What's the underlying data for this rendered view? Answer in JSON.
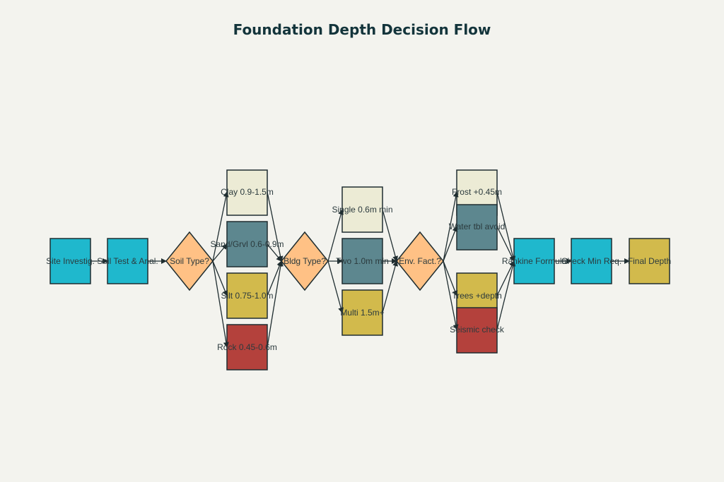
{
  "title": "Foundation Depth Decision Flow",
  "colors": {
    "process": "#1fb8cd",
    "decision": "#ffc185",
    "cream": "#ecebd5",
    "teal": "#5d878f",
    "yellow": "#d2ba4c",
    "red": "#b4413c",
    "stroke": "#1f2d30"
  },
  "nodes": [
    {
      "id": "site",
      "label": "Site Investig.",
      "shape": "box",
      "color": "process"
    },
    {
      "id": "soiltest",
      "label": "Soil Test & Anal.",
      "shape": "box",
      "color": "process"
    },
    {
      "id": "soiltype",
      "label": "Soil Type?",
      "shape": "diamond",
      "color": "decision"
    },
    {
      "id": "clay",
      "label": "Clay 0.9-1.5m",
      "shape": "box",
      "color": "cream"
    },
    {
      "id": "sand",
      "label": "Sand/Grvl 0.6-0.9m",
      "shape": "box",
      "color": "teal"
    },
    {
      "id": "silt",
      "label": "Silt 0.75-1.0m",
      "shape": "box",
      "color": "yellow"
    },
    {
      "id": "rock",
      "label": "Rock 0.45-0.6m",
      "shape": "box",
      "color": "red"
    },
    {
      "id": "bldg",
      "label": "Bldg Type?",
      "shape": "diamond",
      "color": "decision"
    },
    {
      "id": "single",
      "label": "Single 0.6m min",
      "shape": "box",
      "color": "cream"
    },
    {
      "id": "two",
      "label": "Two 1.0m min",
      "shape": "box",
      "color": "teal"
    },
    {
      "id": "multi",
      "label": "Multi 1.5m+",
      "shape": "box",
      "color": "yellow"
    },
    {
      "id": "env",
      "label": "Env. Fact.?",
      "shape": "diamond",
      "color": "decision"
    },
    {
      "id": "frost",
      "label": "Frost +0.45m",
      "shape": "box",
      "color": "cream"
    },
    {
      "id": "water",
      "label": "Water tbl avoid",
      "shape": "box",
      "color": "teal"
    },
    {
      "id": "trees",
      "label": "Trees +depth",
      "shape": "box",
      "color": "yellow"
    },
    {
      "id": "seismic",
      "label": "Seismic check",
      "shape": "box",
      "color": "red"
    },
    {
      "id": "rankine",
      "label": "Rankine Formula",
      "shape": "box",
      "color": "process"
    },
    {
      "id": "checkmin",
      "label": "Check Min Req.",
      "shape": "box",
      "color": "process"
    },
    {
      "id": "final",
      "label": "Final Depth",
      "shape": "box",
      "color": "yellow"
    }
  ],
  "edges": [
    [
      "site",
      "soiltest"
    ],
    [
      "soiltest",
      "soiltype"
    ],
    [
      "soiltype",
      "clay"
    ],
    [
      "soiltype",
      "sand"
    ],
    [
      "soiltype",
      "silt"
    ],
    [
      "soiltype",
      "rock"
    ],
    [
      "clay",
      "bldg"
    ],
    [
      "sand",
      "bldg"
    ],
    [
      "silt",
      "bldg"
    ],
    [
      "rock",
      "bldg"
    ],
    [
      "bldg",
      "single"
    ],
    [
      "bldg",
      "two"
    ],
    [
      "bldg",
      "multi"
    ],
    [
      "single",
      "env"
    ],
    [
      "two",
      "env"
    ],
    [
      "multi",
      "env"
    ],
    [
      "env",
      "frost"
    ],
    [
      "env",
      "water"
    ],
    [
      "env",
      "trees"
    ],
    [
      "env",
      "seismic"
    ],
    [
      "frost",
      "rankine"
    ],
    [
      "water",
      "rankine"
    ],
    [
      "trees",
      "rankine"
    ],
    [
      "seismic",
      "rankine"
    ],
    [
      "rankine",
      "checkmin"
    ],
    [
      "checkmin",
      "final"
    ]
  ]
}
